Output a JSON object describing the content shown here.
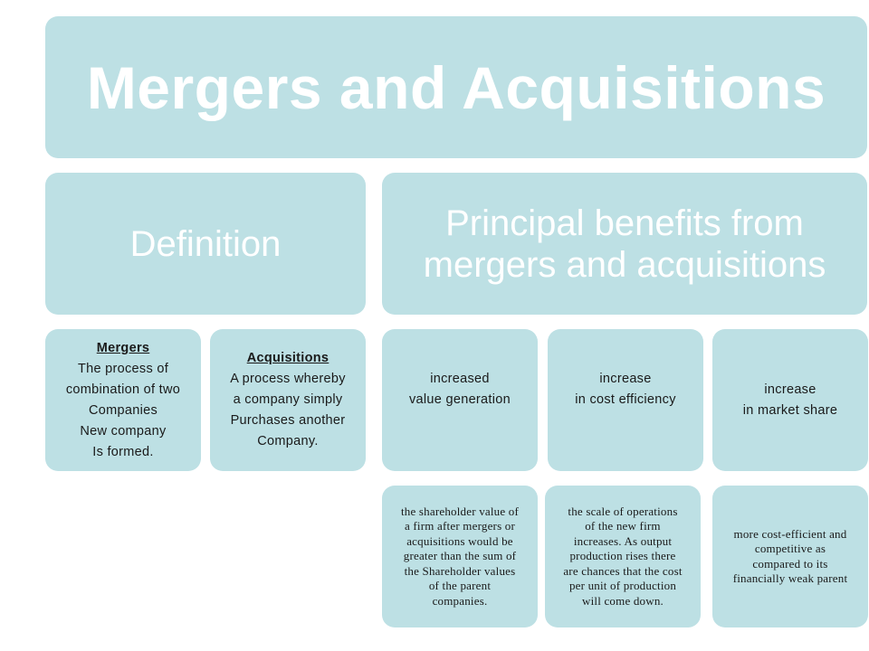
{
  "title": "Mergers and Acquisitions",
  "definition": {
    "header": "Definition",
    "mergers": {
      "heading": "Mergers",
      "lines": [
        "The process of",
        "combination of two",
        "Companies",
        "New company",
        "Is formed."
      ]
    },
    "acquisitions": {
      "heading": "Acquisitions",
      "lines": [
        "A process whereby",
        "a company simply",
        "Purchases another",
        "Company."
      ]
    }
  },
  "benefits": {
    "header_lines": [
      "Principal benefits from",
      "mergers and acquisitions"
    ],
    "items": [
      {
        "label_lines": [
          "increased",
          "value generation"
        ],
        "description_lines": [
          "the shareholder value of",
          "a firm after mergers or",
          "acquisitions would be",
          "greater than the sum of",
          "the Shareholder values",
          "of the parent",
          "companies."
        ]
      },
      {
        "label_lines": [
          "increase",
          "in cost efficiency"
        ],
        "description_lines": [
          "the scale of operations",
          "of the new firm",
          "increases. As output",
          "production rises there",
          "are chances that the cost",
          "per unit of production",
          "will come down."
        ]
      },
      {
        "label_lines": [
          "increase",
          "in market share"
        ],
        "description_lines": [
          "more cost-efficient and",
          "competitive as",
          "compared to its",
          "financially weak parent"
        ]
      }
    ]
  },
  "colors": {
    "box_fill": "#bde0e4",
    "header_text": "#ffffff",
    "body_text": "#1a1a1a"
  }
}
